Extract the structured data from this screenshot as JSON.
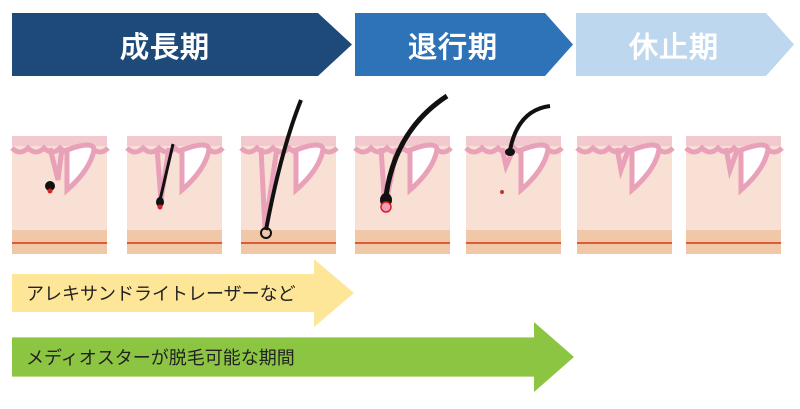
{
  "phases": [
    {
      "label": "成長期",
      "color": "#1e4a7a"
    },
    {
      "label": "退行期",
      "color": "#2e72b8"
    },
    {
      "label": "休止期",
      "color": "#bdd7ee"
    }
  ],
  "arrows": [
    {
      "label": "アレキサンドライトレーザーなど",
      "color": "#fde697"
    },
    {
      "label": "メディオスターが脱毛可能な期間",
      "color": "#8cc542"
    }
  ],
  "colors": {
    "skin_top": "#f2c9cf",
    "skin_pink": "#e8a1b8",
    "dermis": "#f8e0d5",
    "fat": "#f0c8a8",
    "fat_line": "#e05a3a",
    "hair": "#111111",
    "papilla_red": "#e02020"
  },
  "stages": [
    {
      "name": "anagen-early",
      "state": "bulb-only"
    },
    {
      "name": "anagen-growing",
      "state": "short-hair"
    },
    {
      "name": "anagen-full",
      "state": "long-hair"
    },
    {
      "name": "catagen",
      "state": "regressing"
    },
    {
      "name": "telogen-shedding",
      "state": "shedding"
    },
    {
      "name": "telogen-empty",
      "state": "empty"
    },
    {
      "name": "telogen-rest",
      "state": "empty"
    }
  ]
}
